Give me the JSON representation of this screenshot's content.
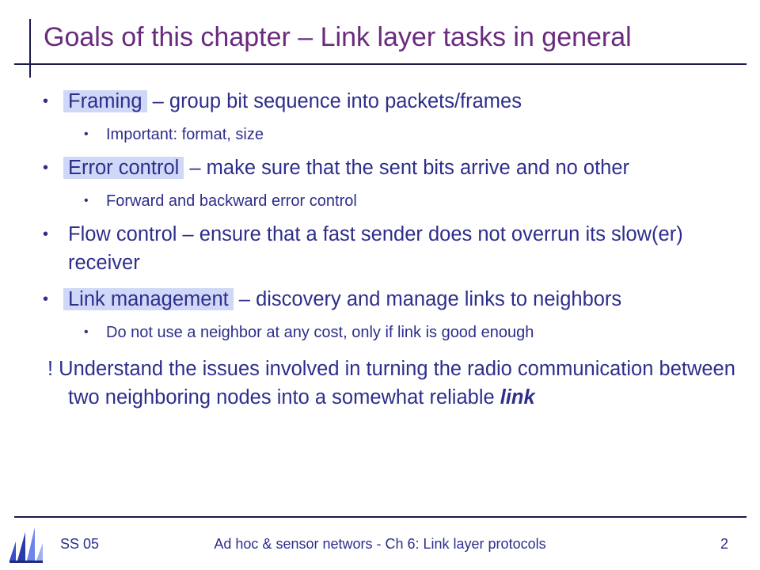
{
  "title": "Goals of this chapter – Link layer tasks in general",
  "bullets": [
    {
      "highlight": "Framing",
      "rest": " – group bit sequence into packets/frames",
      "sub": [
        "Important: format, size"
      ]
    },
    {
      "highlight": "Error control",
      "rest": " – make sure that the sent bits arrive and no other",
      "sub": [
        "Forward and backward error control"
      ]
    },
    {
      "highlight": "",
      "rest": "Flow control – ensure that a fast sender does not overrun its slow(er) receiver",
      "sub": []
    },
    {
      "highlight": "Link management",
      "rest": " – discovery and manage links to neighbors",
      "sub": [
        "Do not use a neighbor at any cost, only if link is good enough"
      ]
    }
  ],
  "note": {
    "text": "! Understand the issues involved in turning the radio communication between two neighboring nodes into a somewhat reliable ",
    "emphasis": "link"
  },
  "footer": {
    "left": "SS 05",
    "center": "Ad hoc & sensor networs - Ch 6: Link layer protocols",
    "page": "2"
  },
  "bullet_glyph": "•",
  "colors": {
    "text": "#2e2e8c",
    "title": "#6a2a7e",
    "highlight": "#d0d8f8"
  }
}
